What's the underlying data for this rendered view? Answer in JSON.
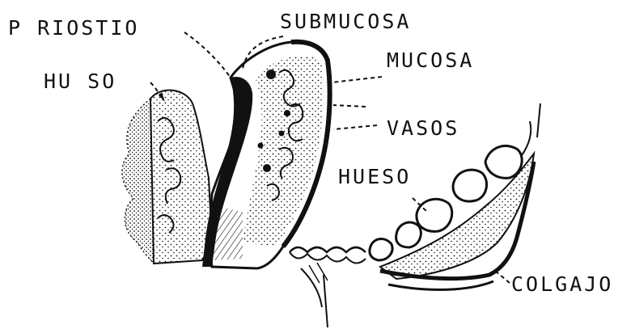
{
  "labels": {
    "periostio": "P RIOSTIO",
    "submucosa": "SUBMUCOSA",
    "hueso_left": "HU SO",
    "mucosa": "MUCOSA",
    "vasos": "VASOS",
    "hueso_right": "HUESO",
    "colgajo": "COLGAJO"
  },
  "colors": {
    "ink": "#111111",
    "paper": "#ffffff"
  }
}
